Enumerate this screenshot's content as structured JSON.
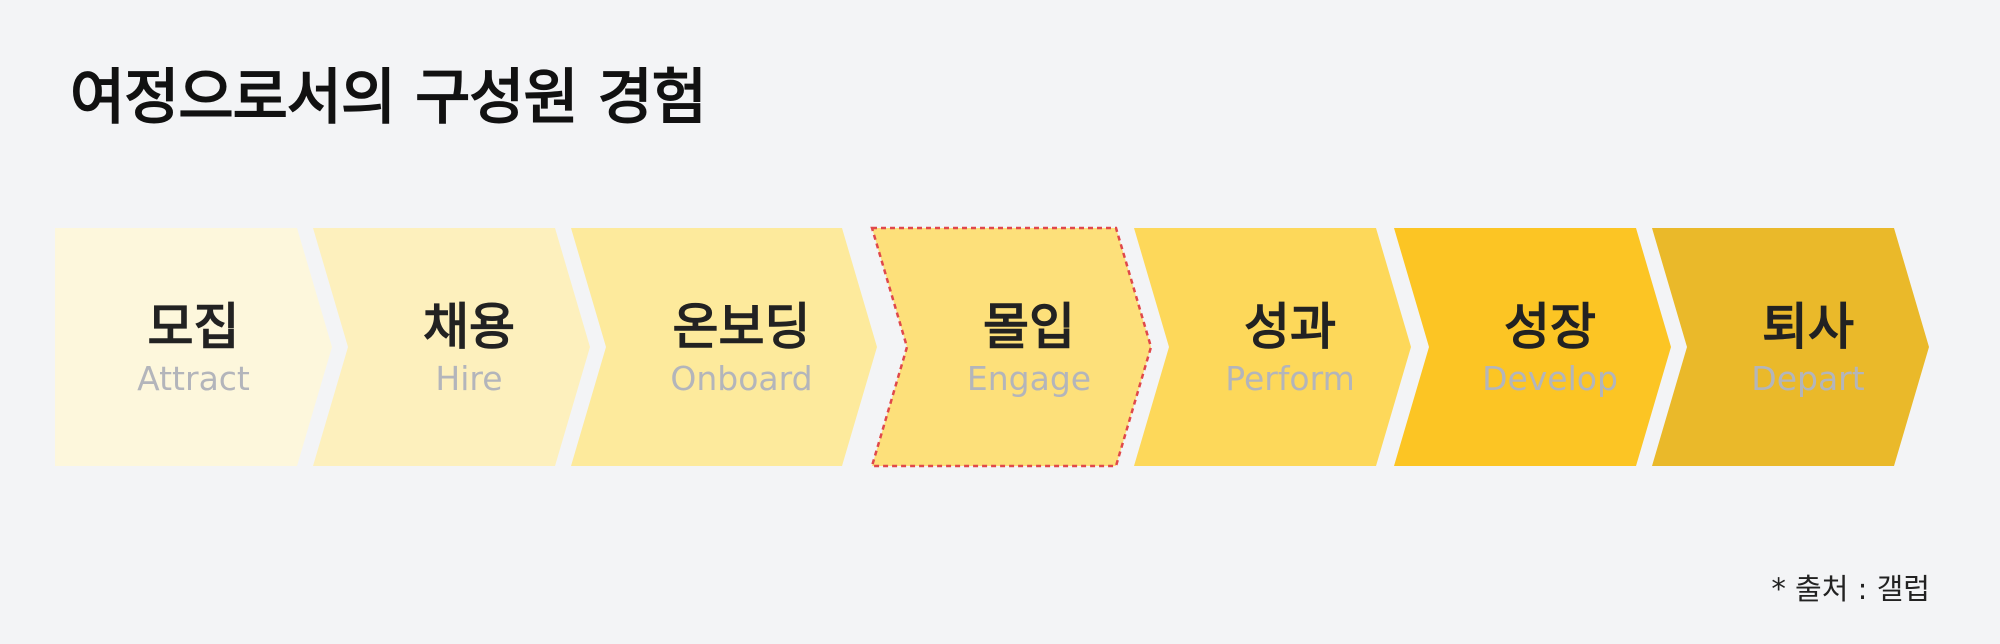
{
  "title": "여정으로서의 구성원 경험",
  "stages": [
    {
      "label": "모집",
      "sub": "Attract",
      "color": "#fdf7dc"
    },
    {
      "label": "채용",
      "sub": "Hire",
      "color": "#fdf0bd"
    },
    {
      "label": "온보딩",
      "sub": "Onboard",
      "color": "#fdea9c"
    },
    {
      "label": "몰입",
      "sub": "Engage",
      "color": "#fde07a",
      "highlighted": true
    },
    {
      "label": "성과",
      "sub": "Perform",
      "color": "#fdd85a"
    },
    {
      "label": "성장",
      "sub": "Develop",
      "color": "#fcc524"
    },
    {
      "label": "퇴사",
      "sub": "Depart",
      "color": "#eab92a"
    }
  ],
  "highlight_color": "#e0484a",
  "source": "* 출처 : 갤럽"
}
